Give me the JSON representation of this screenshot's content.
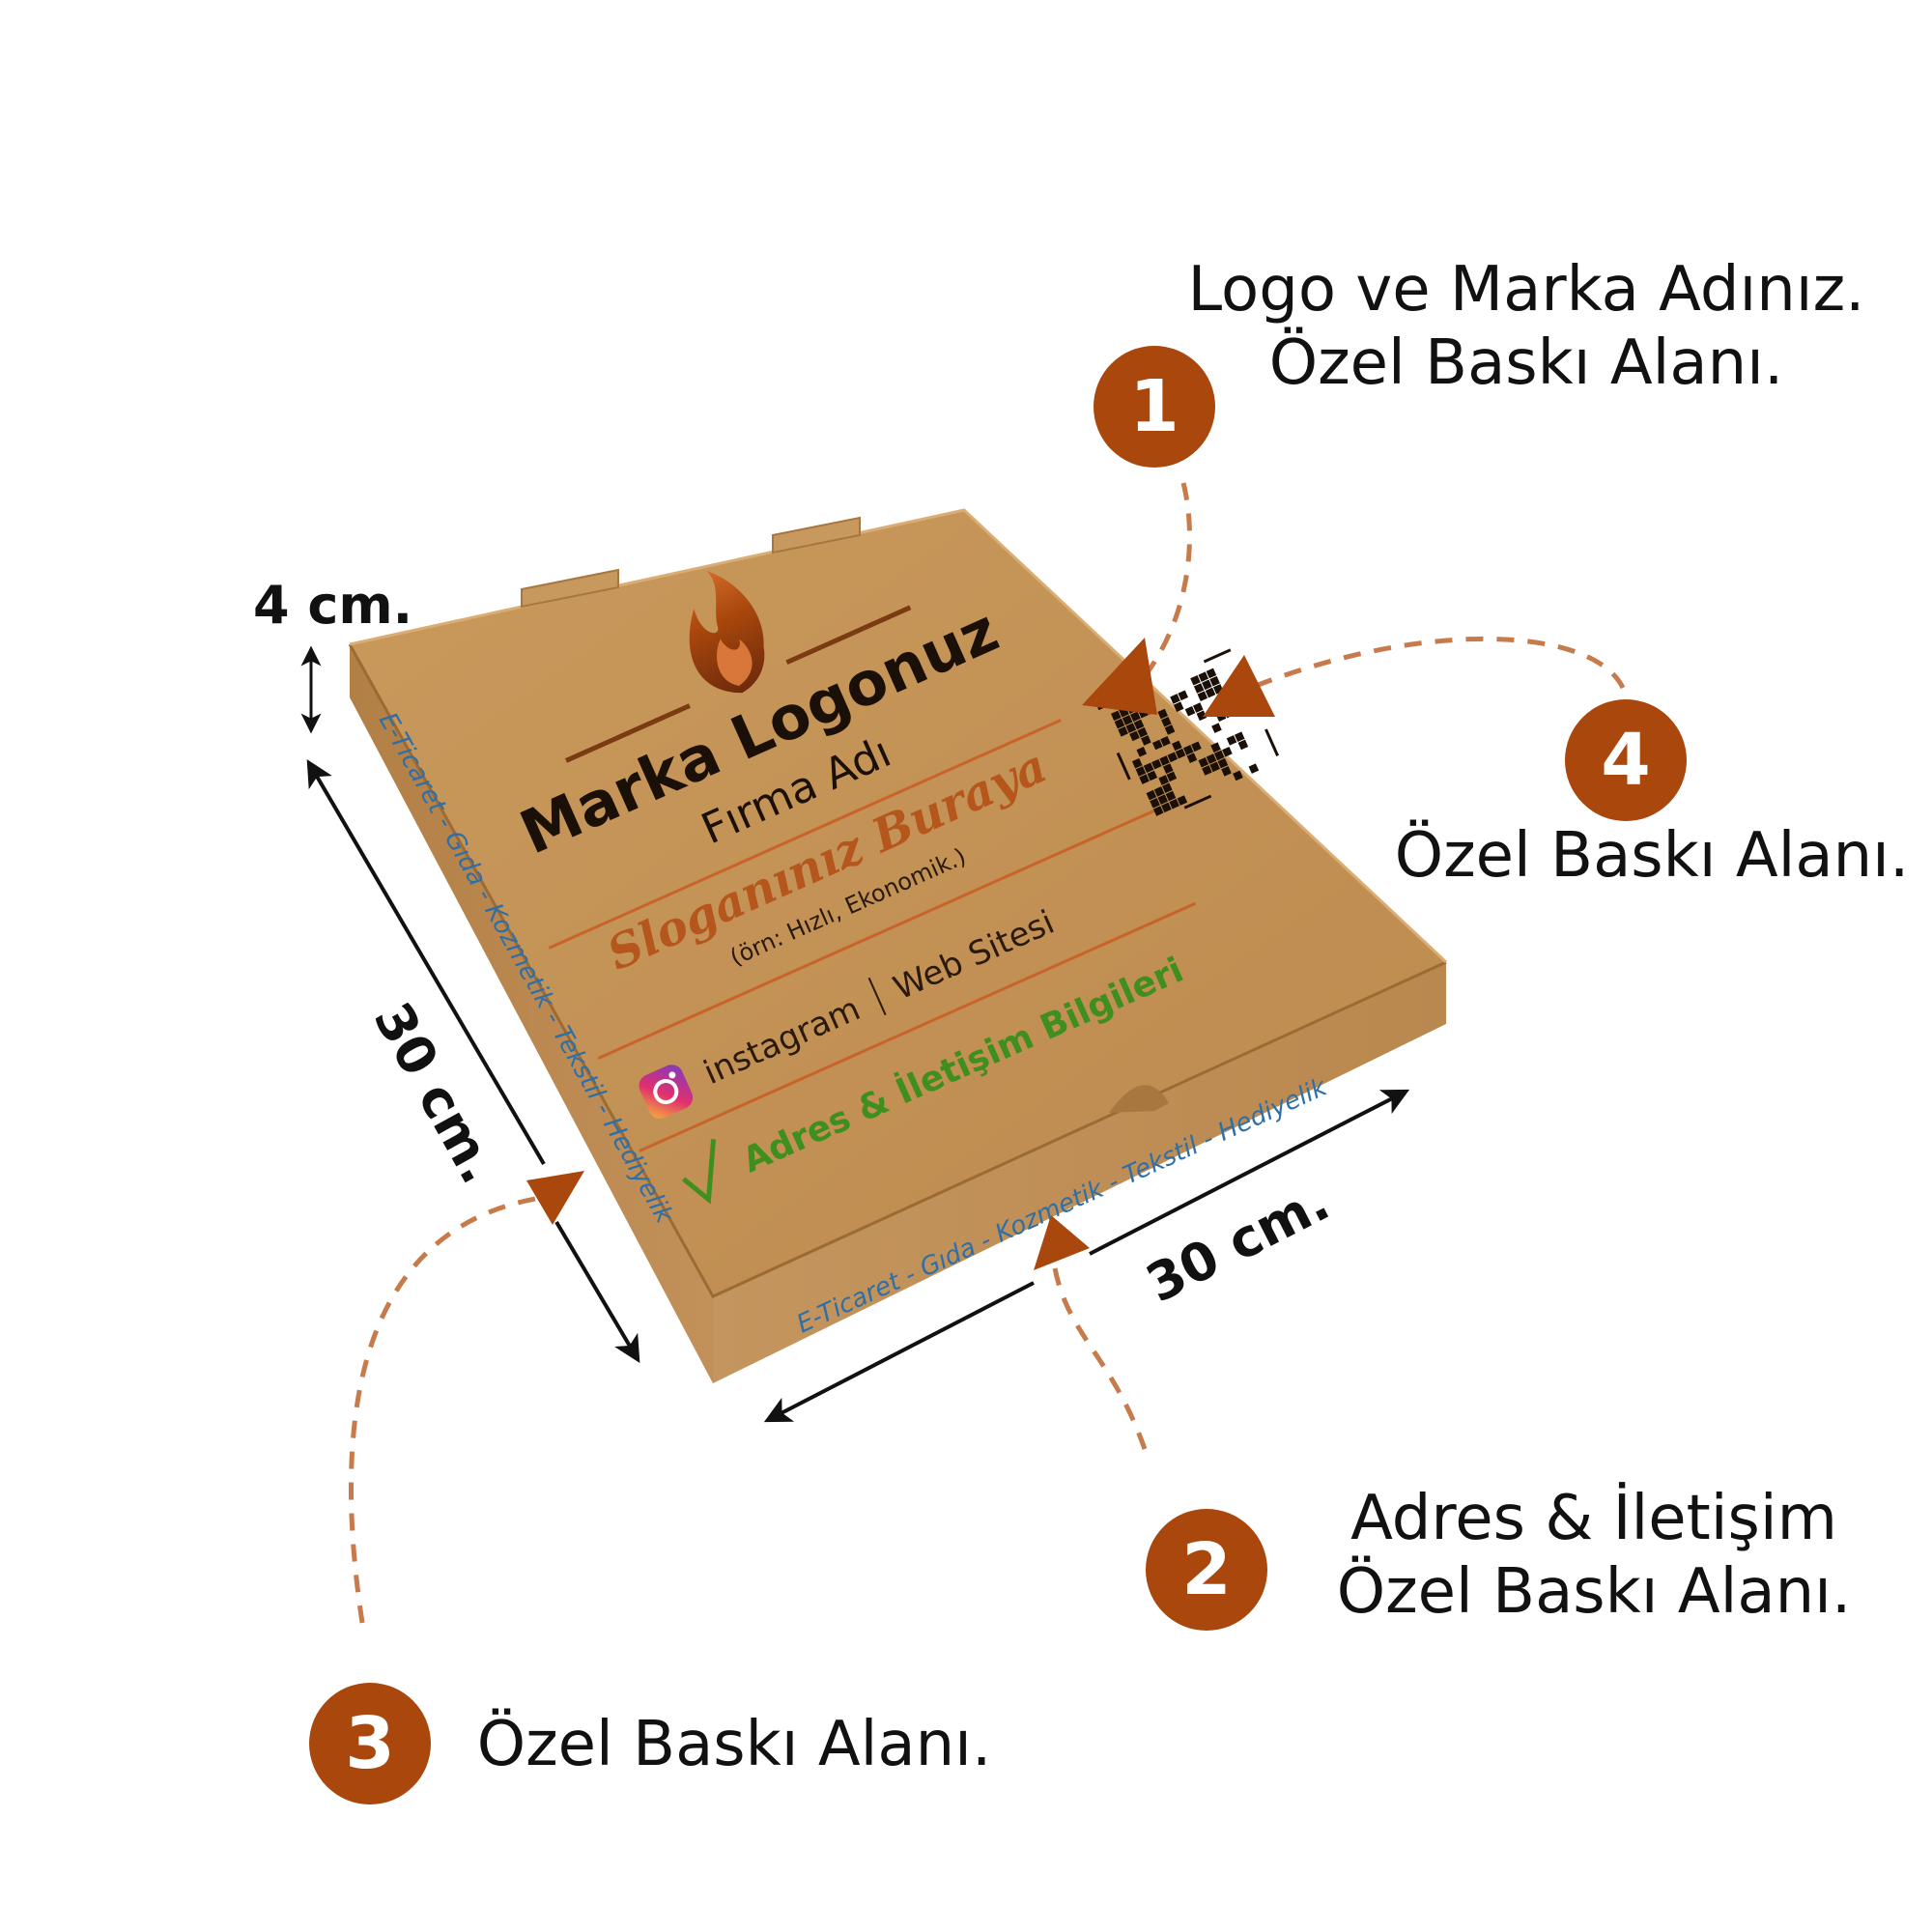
{
  "colors": {
    "accent": "#a9470c",
    "kraft": "#c49358",
    "kraft_dark": "#a8773f",
    "side_text": "#2f6fa8",
    "green_text": "#3f8f1e"
  },
  "callouts": [
    {
      "number": "1",
      "lines": [
        "Logo ve Marka Adınız.",
        "Özel Baskı Alanı."
      ]
    },
    {
      "number": "2",
      "lines": [
        "Adres & İletişim",
        "Özel Baskı Alanı."
      ]
    },
    {
      "number": "3",
      "lines": [
        "Özel Baskı Alanı."
      ]
    },
    {
      "number": "4",
      "lines": [
        "Özel Baskı Alanı."
      ]
    }
  ],
  "dimensions": {
    "height": "4 cm.",
    "depth": "30 cm.",
    "width": "30 cm."
  },
  "box_print": {
    "brand": "Marka Logonuz",
    "company": "Fırma Adı",
    "slogan": "Sloganınız Buraya",
    "slogan_example": "(örn: Hızlı, Ekonomik.)",
    "instagram": "instagram",
    "website": "Web Sitesi",
    "address": "Adres & İletişim Bilgileri",
    "side_left": "E-Ticaret - Gıda - Kozmetik - Tekstil - Hediyelik",
    "side_front": "E-Ticaret - Gıda - Kozmetik - Tekstil - Hediyelik"
  },
  "icons": [
    "flame-logo-icon",
    "instagram-icon",
    "qr-code-icon",
    "check-icon"
  ]
}
